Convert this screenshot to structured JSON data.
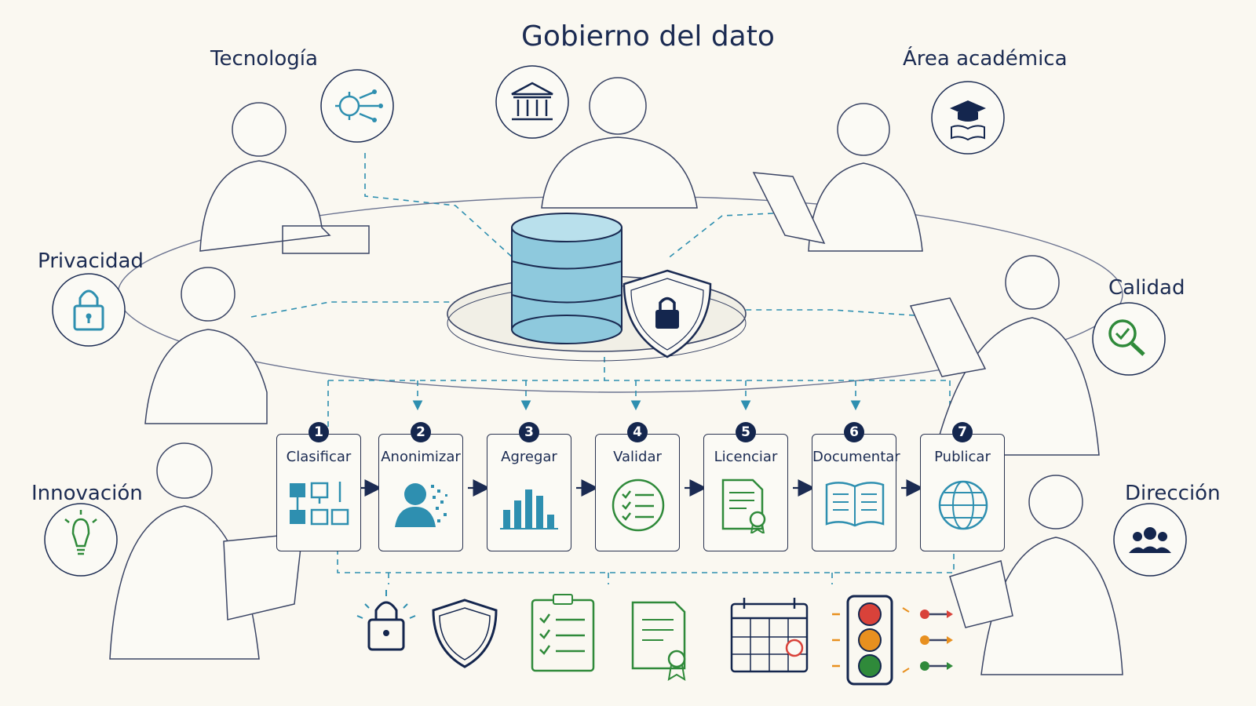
{
  "center": {
    "label": "Gobierno del dato",
    "icon": "building-icon",
    "hub_icon": "database-icon",
    "shield_icon": "shield-lock-icon"
  },
  "roles": [
    {
      "id": "tecnologia",
      "label": "Tecnología",
      "icon": "gear-circuit-icon"
    },
    {
      "id": "area-academica",
      "label": "Área académica",
      "icon": "graduation-book-icon"
    },
    {
      "id": "privacidad",
      "label": "Privacidad",
      "icon": "padlock-icon"
    },
    {
      "id": "calidad",
      "label": "Calidad",
      "icon": "magnifier-check-icon"
    },
    {
      "id": "innovacion",
      "label": "Innovación",
      "icon": "lightbulb-icon"
    },
    {
      "id": "direccion",
      "label": "Dirección",
      "icon": "people-group-icon"
    }
  ],
  "steps": [
    {
      "number": "1",
      "label": "Clasificar",
      "icon": "classify-grid-icon"
    },
    {
      "number": "2",
      "label": "Anonimizar",
      "icon": "anonymous-person-icon"
    },
    {
      "number": "3",
      "label": "Agregar",
      "icon": "bar-chart-icon"
    },
    {
      "number": "4",
      "label": "Validar",
      "icon": "checklist-icon"
    },
    {
      "number": "5",
      "label": "Licenciar",
      "icon": "license-certificate-icon"
    },
    {
      "number": "6",
      "label": "Documentar",
      "icon": "open-book-icon"
    },
    {
      "number": "7",
      "label": "Publicar",
      "icon": "globe-icon"
    }
  ],
  "bottom_icons": [
    "padlock-icon",
    "shield-icon",
    "clipboard-checklist-icon",
    "certificate-icon",
    "calendar-icon",
    "traffic-light-icon"
  ],
  "colors": {
    "ink": "#1b2b52",
    "teal": "#2e8fb0",
    "green": "#2f8a3a",
    "red": "#d9423a",
    "orange": "#e8901f",
    "paper": "#faf8f1"
  }
}
